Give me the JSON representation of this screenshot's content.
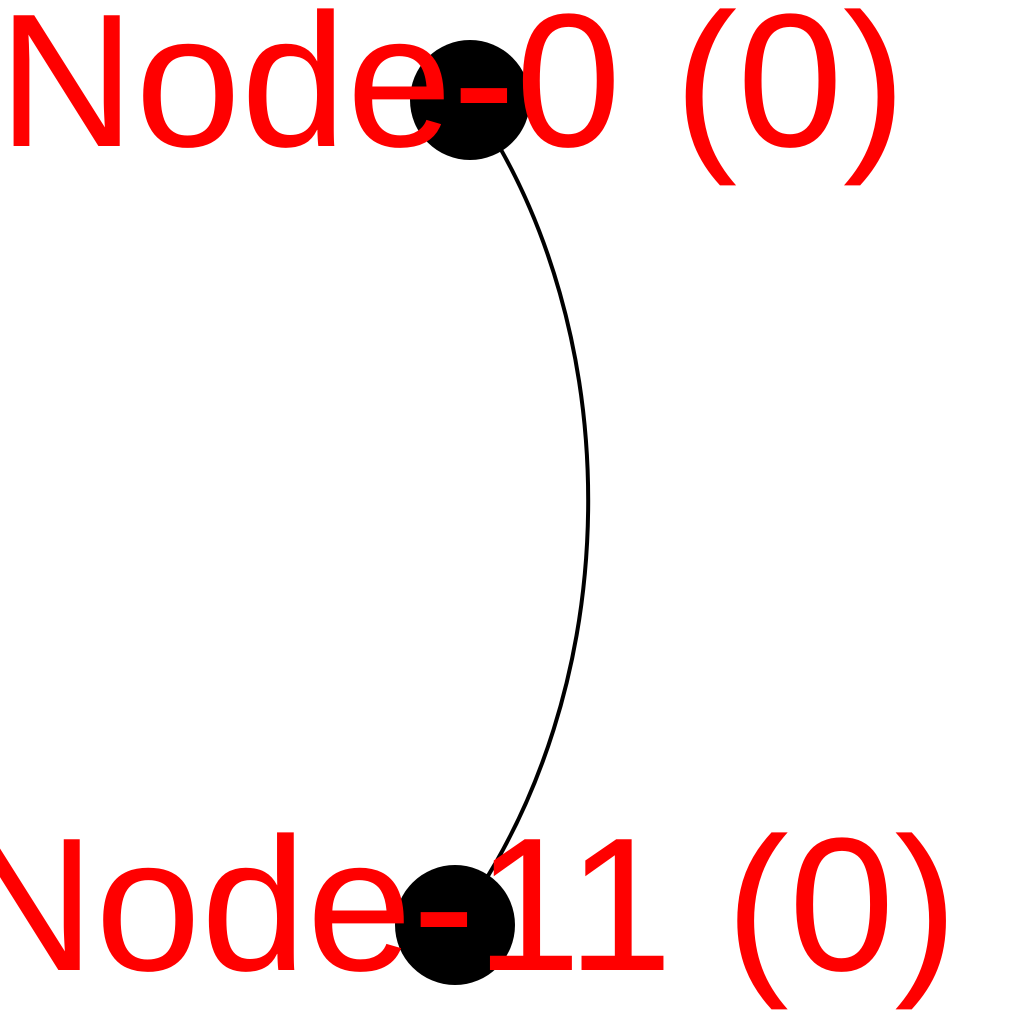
{
  "graph": {
    "nodes": [
      {
        "id": "node-0",
        "label": "Node-0 (0)",
        "color": "#000000"
      },
      {
        "id": "node-11",
        "label": "Node-11 (0)",
        "color": "#000000"
      }
    ],
    "edges": [
      {
        "from": "node-0",
        "to": "node-11",
        "color": "#000000"
      }
    ],
    "label_color": "#ff0000",
    "background": "#ffffff"
  }
}
